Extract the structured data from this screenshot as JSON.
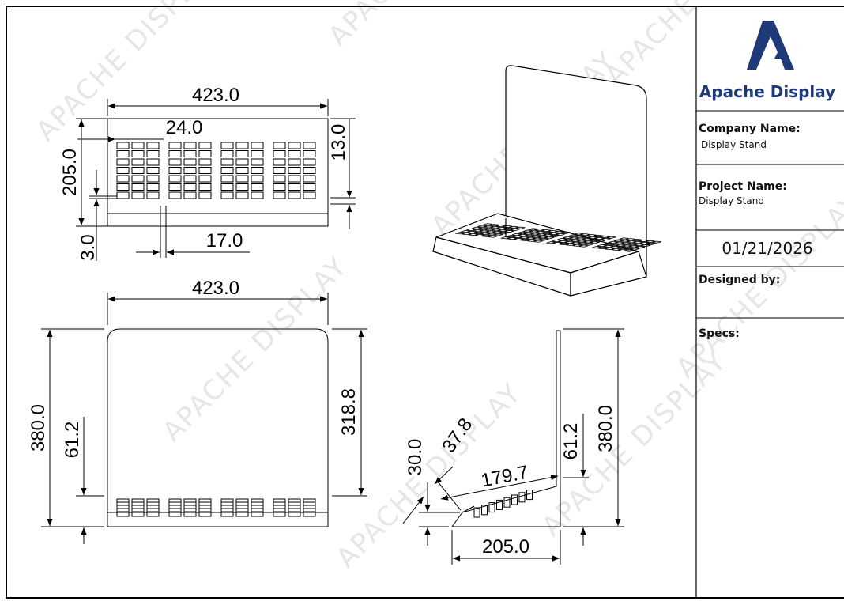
{
  "watermark": "APACHE DISPLAY",
  "title_block": {
    "brand": "Apache Display",
    "company_label": "Company Name:",
    "company_value": "Display Stand",
    "project_label": "Project Name:",
    "project_value": "Display Stand",
    "date": "01/21/2026",
    "designed_label": "Designed by:",
    "specs_label": "Specs:"
  },
  "colors": {
    "brand": "#1f3a78",
    "line": "#000000"
  },
  "dimensions": {
    "top_width": "423.0",
    "top_depth": "205.0",
    "slot_pitch": "24.0",
    "edge_offset": "13.0",
    "bottom_offset": "3.0",
    "gap": "17.0",
    "front_width": "423.0",
    "front_height": "380.0",
    "front_panel": "318.8",
    "front_base": "61.2",
    "side_height": "380.0",
    "side_base": "61.2",
    "side_depth": "205.0",
    "side_slope": "179.7",
    "side_lip": "30.0",
    "side_angle": "37.8"
  }
}
